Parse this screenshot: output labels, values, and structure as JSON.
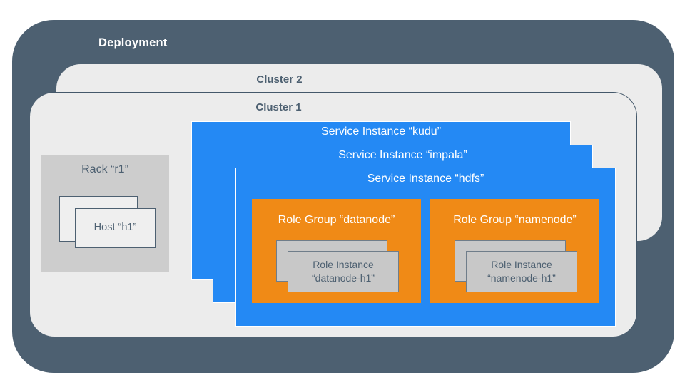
{
  "diagram": {
    "deployment": {
      "label": "Deployment",
      "color": "#4d6071"
    },
    "clusters": [
      {
        "label": "Cluster 2",
        "color": "#ececec"
      },
      {
        "label": "Cluster 1",
        "color": "#ececec"
      }
    ],
    "rack": {
      "label": "Rack “r1”",
      "color": "#cdcdcd",
      "hosts": [
        {
          "label": ""
        },
        {
          "label": "Host “h1”"
        }
      ]
    },
    "service_instances": [
      {
        "label": "Service Instance “kudu”",
        "color": "#2489f4"
      },
      {
        "label": "Service Instance “impala”",
        "color": "#2489f4"
      },
      {
        "label": "Service Instance “hdfs”",
        "color": "#2489f4"
      }
    ],
    "role_groups": [
      {
        "label": "Role Group “datanode”",
        "color": "#f08a16",
        "role_instances": [
          {
            "label": ""
          },
          {
            "label": "Role Instance\n“datanode-h1”",
            "line1": "Role Instance",
            "line2": "“datanode-h1”"
          }
        ]
      },
      {
        "label": "Role Group “namenode”",
        "color": "#f08a16",
        "role_instances": [
          {
            "label": ""
          },
          {
            "label": "Role Instance\n“namenode-h1”",
            "line1": "Role Instance",
            "line2": "“namenode-h1”"
          }
        ]
      }
    ]
  }
}
